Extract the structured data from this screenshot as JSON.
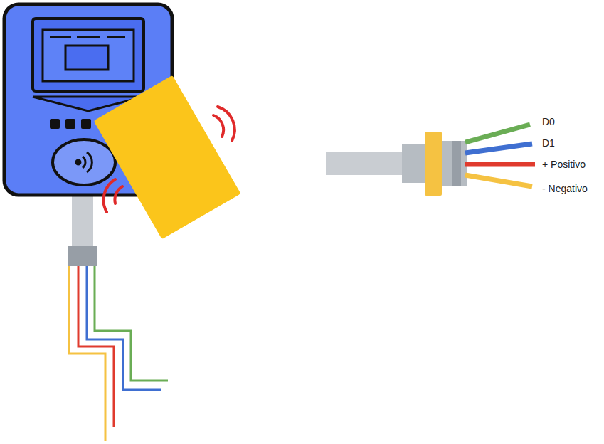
{
  "diagram": {
    "labels": [
      "D0",
      "D1",
      "+ Positivo",
      "- Negativo"
    ]
  }
}
